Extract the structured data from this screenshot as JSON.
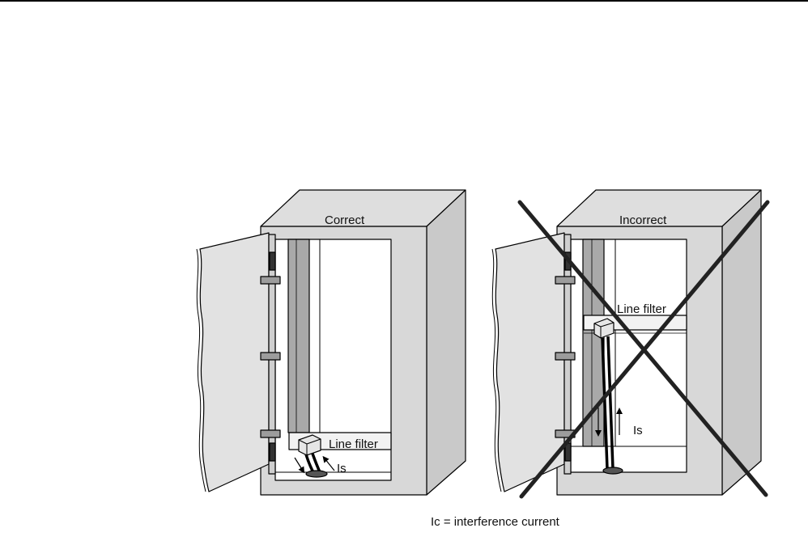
{
  "figure": {
    "left_panel": {
      "title": "Correct",
      "filter_label": "Line filter",
      "current_label": "Is"
    },
    "right_panel": {
      "title": "Incorrect",
      "filter_label": "Line filter",
      "current_label": "Is"
    },
    "caption": "Ic = interference current"
  },
  "colors": {
    "cabinet_fill": "#d8d8d8",
    "side_fill": "#c8c8c8",
    "rail_fill": "#a8a8a8",
    "outline": "#000000",
    "cross": "#222222"
  }
}
